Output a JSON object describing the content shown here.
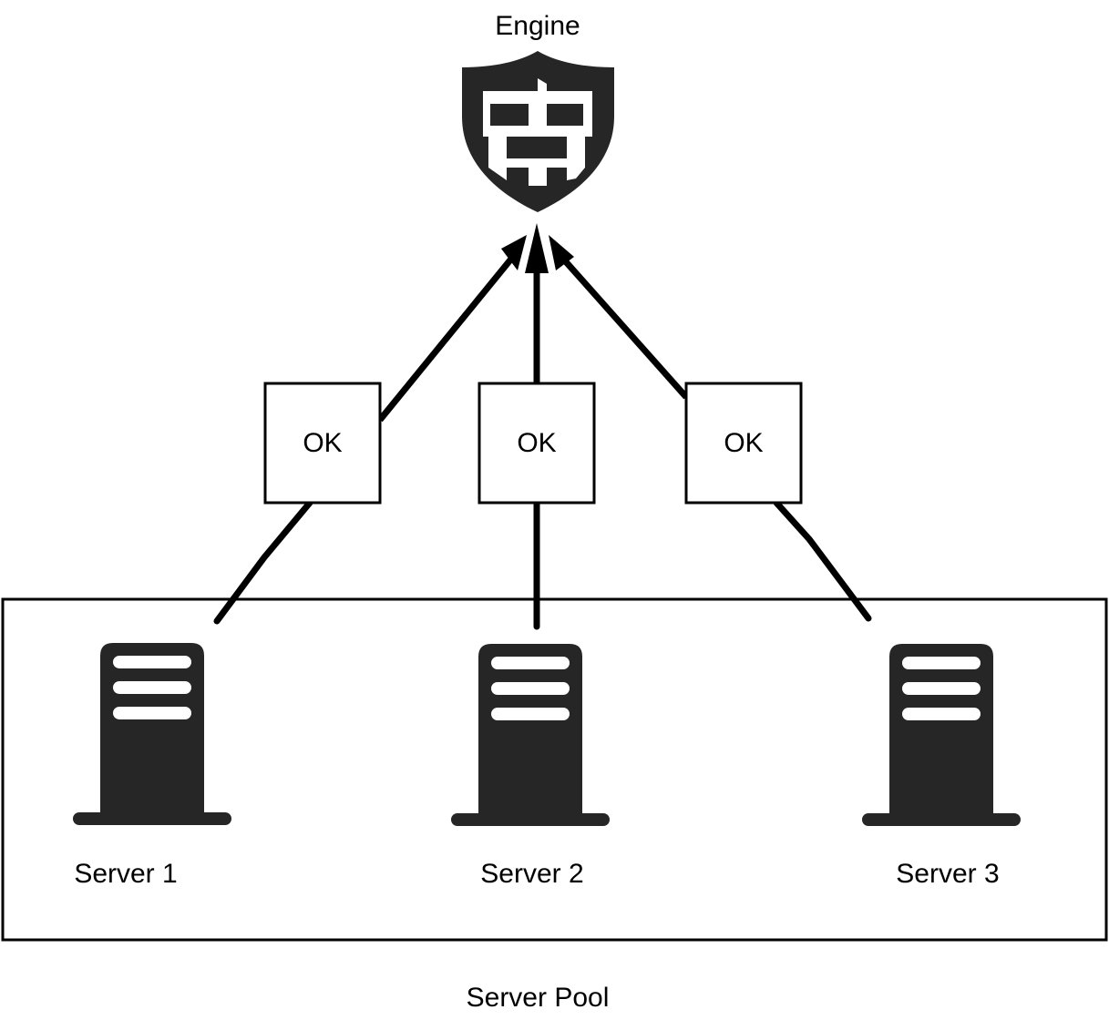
{
  "engine": {
    "label": "Engine",
    "icon": "firewall-shield-icon"
  },
  "status_boxes": [
    {
      "label": "OK"
    },
    {
      "label": "OK"
    },
    {
      "label": "OK"
    }
  ],
  "servers": [
    {
      "label": "Server 1",
      "icon": "server-icon"
    },
    {
      "label": "Server 2",
      "icon": "server-icon"
    },
    {
      "label": "Server 3",
      "icon": "server-icon"
    }
  ],
  "pool": {
    "label": "Server Pool"
  },
  "colors": {
    "icon_fill": "#262626",
    "stroke": "#000000",
    "background": "#ffffff"
  }
}
